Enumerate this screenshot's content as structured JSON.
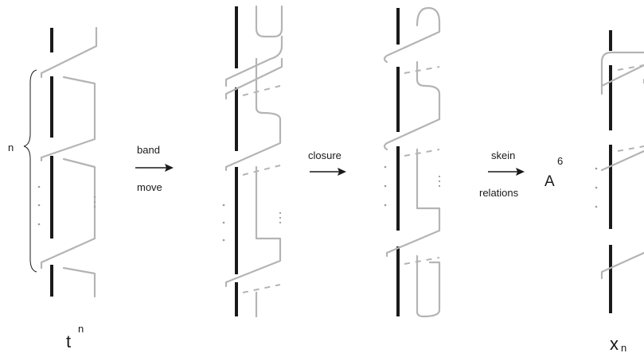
{
  "labels": {
    "n_brace": "n",
    "t_base": "t",
    "t_exp": "n",
    "x_base": "x",
    "x_sub": "n",
    "coef_base": "A",
    "coef_exp": "6"
  },
  "arrows": [
    {
      "top": "band",
      "bottom": "move"
    },
    {
      "top": "closure",
      "bottom": ""
    },
    {
      "top": "skein",
      "bottom": "relations"
    }
  ]
}
